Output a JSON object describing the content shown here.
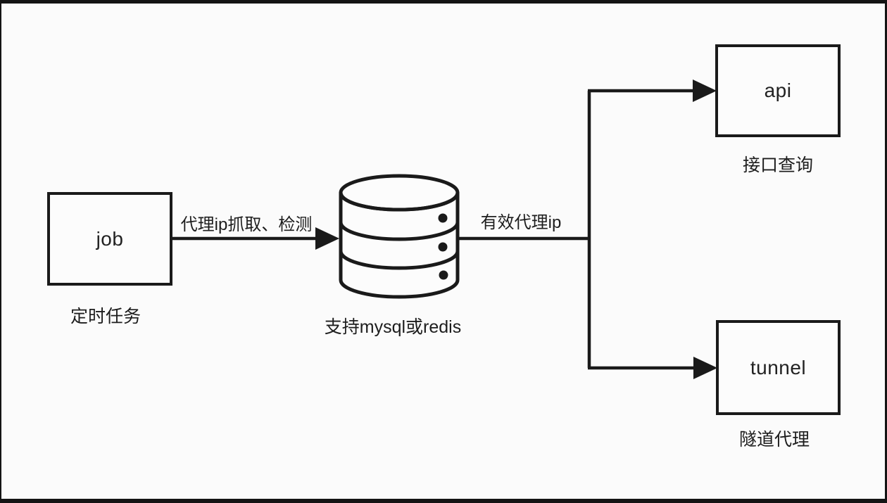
{
  "diagram": {
    "title": "proxy-pool architecture flow",
    "colors": {
      "background": "#fbfbfb",
      "frame": "#141414",
      "line": "#1a1a1a",
      "text": "#1d1d1d"
    },
    "nodes": {
      "job": {
        "label": "job",
        "caption": "定时任务"
      },
      "database": {
        "icon": "database-cylinder",
        "caption": "支持mysql或redis"
      },
      "api": {
        "label": "api",
        "caption": "接口查询"
      },
      "tunnel": {
        "label": "tunnel",
        "caption": "隧道代理"
      }
    },
    "edges": {
      "job_to_database": {
        "label": "代理ip抓取、检测",
        "from": "job",
        "to": "database"
      },
      "database_to_branch": {
        "label": "有效代理ip",
        "from": "database",
        "to": "api,tunnel"
      }
    }
  }
}
